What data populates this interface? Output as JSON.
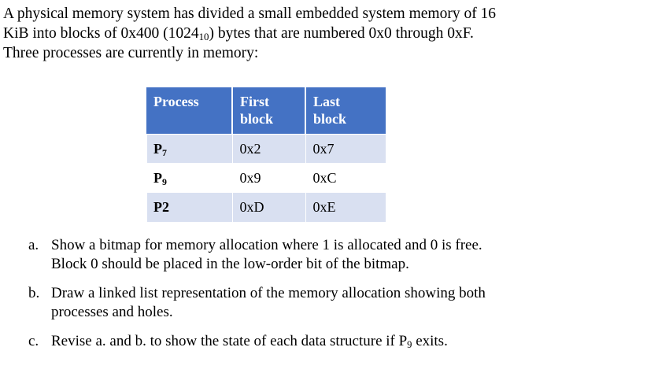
{
  "document": {
    "intro": {
      "line1": "A physical memory system has divided a small embedded system memory of 16",
      "line2_a": "KiB into blocks of 0x400 (1024",
      "line2_sub": "10",
      "line2_b": ") bytes that are numbered 0x0 through 0xF.",
      "line3": "Three processes are currently in memory:"
    },
    "table": {
      "headers": [
        "Process",
        "First block",
        "Last block"
      ],
      "header_lines": [
        [
          "Process"
        ],
        [
          "First",
          "block"
        ],
        [
          "Last",
          "block"
        ]
      ],
      "rows": [
        {
          "process": "P",
          "process_sub": "7",
          "process_plain": "",
          "first_block": "0x2",
          "last_block": "0x7"
        },
        {
          "process": "P",
          "process_sub": "9",
          "process_plain": "",
          "first_block": "0x9",
          "last_block": "0xC"
        },
        {
          "process": "P",
          "process_sub": "",
          "process_plain": "2",
          "first_block": "0xD",
          "last_block": "0xE"
        }
      ],
      "colors": {
        "header_fill": "#4472C4",
        "header_text": "#FFFFFF",
        "row_shade_fill": "#D9E0F1",
        "row_plain_fill": "#FFFFFF",
        "gridline": "#FFFFFF"
      }
    },
    "questions": [
      {
        "marker": "a.",
        "lines": [
          "Show a bitmap for memory allocation where 1 is allocated and 0 is free.",
          "Block 0 should be placed in the low-order bit of the bitmap."
        ]
      },
      {
        "marker": "b.",
        "lines": [
          "Draw a linked list representation of the memory allocation showing both",
          "processes and holes."
        ]
      },
      {
        "marker": "c.",
        "lines_rich": {
          "before": "Revise a. and b. to show the state of each data structure if P",
          "sub": "9",
          "after": " exits."
        }
      }
    ]
  }
}
